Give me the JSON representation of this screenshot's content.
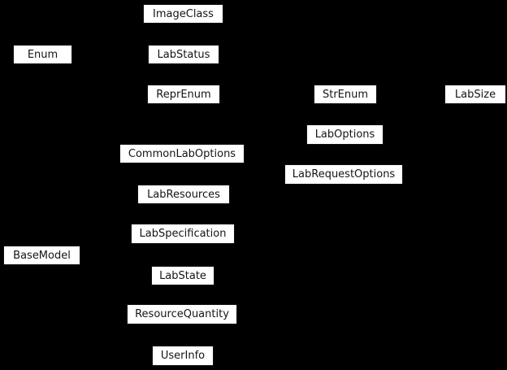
{
  "diagram": {
    "type": "inheritance-graph",
    "colors": {
      "background": "#000000",
      "node_fill": "#ffffff",
      "node_border": "#0f0f0f",
      "node_text": "#141414"
    },
    "nodes": [
      {
        "label": "ImageClass"
      },
      {
        "label": "Enum"
      },
      {
        "label": "LabStatus"
      },
      {
        "label": "ReprEnum"
      },
      {
        "label": "StrEnum"
      },
      {
        "label": "LabSize"
      },
      {
        "label": "LabOptions"
      },
      {
        "label": "CommonLabOptions"
      },
      {
        "label": "LabRequestOptions"
      },
      {
        "label": "LabResources"
      },
      {
        "label": "LabSpecification"
      },
      {
        "label": "BaseModel"
      },
      {
        "label": "LabState"
      },
      {
        "label": "ResourceQuantity"
      },
      {
        "label": "UserInfo"
      }
    ]
  }
}
